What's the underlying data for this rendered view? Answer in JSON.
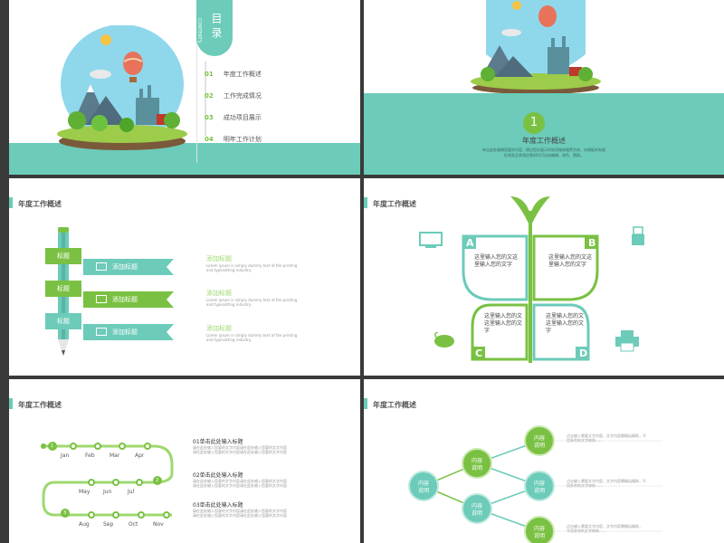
{
  "colors": {
    "teal": "#6ccbb9",
    "green": "#7ac143",
    "sky": "#8fd8ec",
    "brown": "#7a5a3a"
  },
  "slide1": {
    "contents_label": "CONTENTS",
    "title": "目录",
    "items": [
      {
        "num": "01",
        "label": "年度工作概述"
      },
      {
        "num": "02",
        "label": "工作完成情况"
      },
      {
        "num": "03",
        "label": "成功项目展示"
      },
      {
        "num": "04",
        "label": "明年工作计划"
      }
    ]
  },
  "slide2": {
    "number": "1",
    "title": "年度工作概述",
    "desc_line1": "单击此处编辑您要的内容，建议您在展示时采用微软雅黑字体，本模板所有图",
    "desc_line2": "形线条及其相应素材均可自由编辑、改色、替换。"
  },
  "slide3": {
    "header": "年度工作概述",
    "ribbons": [
      {
        "tag": "标题",
        "label": "添加标题",
        "icon": "video-icon"
      },
      {
        "tag": "标题",
        "label": "添加标题",
        "icon": "monitor-icon"
      },
      {
        "tag": "标题",
        "label": "添加标题",
        "icon": "printer-icon"
      }
    ],
    "items": [
      {
        "title": "添加标题",
        "text1": "Lorem ipsum is simply dummy text of the printing",
        "text2": "and typesetting industry."
      },
      {
        "title": "添加标题",
        "text1": "Lorem ipsum is simply dummy text of the printing",
        "text2": "and typesetting industry."
      },
      {
        "title": "添加标题",
        "text1": "Lorem ipsum is simply dummy text of the printing",
        "text2": "and typesetting industry."
      }
    ]
  },
  "slide4": {
    "header": "年度工作概述",
    "petals": [
      {
        "letter": "A",
        "line1": "这里输入您的文这",
        "line2": "里输入您的文字",
        "line3": ""
      },
      {
        "letter": "B",
        "line1": "这里输入您的文这",
        "line2": "里输入您的文字",
        "line3": ""
      },
      {
        "letter": "C",
        "line1": "这里输入您的文",
        "line2": "这里输入您的文",
        "line3": "字"
      },
      {
        "letter": "D",
        "line1": "这里输入您的文",
        "line2": "这里输入您的文",
        "line3": "字"
      }
    ]
  },
  "slide5": {
    "header": "年度工作概述",
    "row1": [
      "Jan",
      "Feb",
      "Mar",
      "Apr"
    ],
    "row2": [
      "May",
      "Jun",
      "Jul"
    ],
    "row3": [
      "Aug",
      "Sep",
      "Oct",
      "Nov"
    ],
    "markers": [
      "1",
      "2",
      "3"
    ],
    "notes": [
      {
        "title": "01单击此处输入标题",
        "line1": "请在此处输入您要的文字内容请在此处输入您要的文字内容",
        "line2": "请在此处输入您要的文字内容请在此处输入您要的文字内容"
      },
      {
        "title": "02单击此处输入标题",
        "line1": "请在此处输入您要的文字内容请在此处输入您要的文字内容",
        "line2": "请在此处输入您要的文字内容请在此处输入您要的文字内容"
      },
      {
        "title": "03单击此处输入标题",
        "line1": "请在此处输入您要的文字内容请在此处输入您要的文字内容",
        "line2": "请在此处输入您要的文字内容请在此处输入您要的文字内容"
      }
    ]
  },
  "slide6": {
    "header": "年度工作概述",
    "node_line1": "内容",
    "node_line2": "说明",
    "notes": [
      {
        "line1": "点击输入需要文字内容，文字内容需概括精炼，不",
        "line2": "用多余的文字修饰……"
      },
      {
        "line1": "点击输入需要文字内容，文字内容需概括精炼，不",
        "line2": "用多余的文字修饰……"
      },
      {
        "line1": "点击输入需要文字内容，文字内容需概括精炼，",
        "line2": "不用多余的文字修饰……"
      }
    ]
  }
}
